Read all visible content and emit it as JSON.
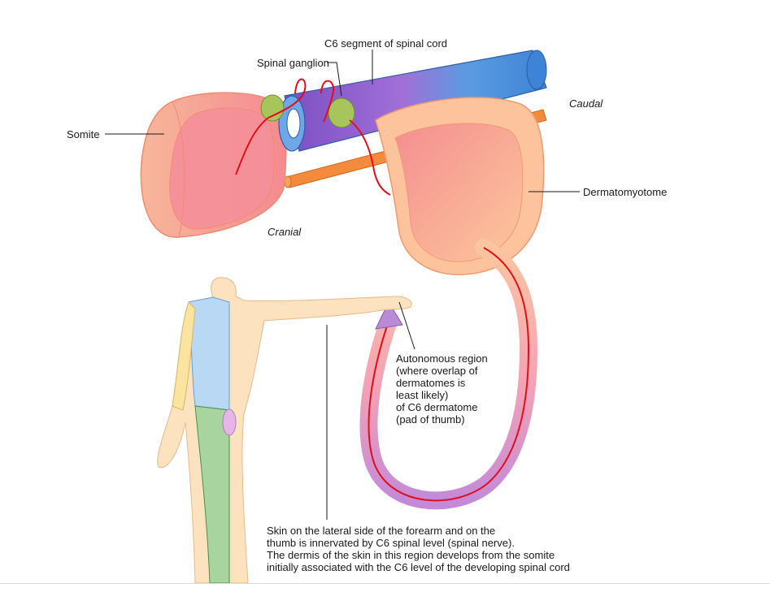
{
  "labels": {
    "c6_segment": "C6 segment of spinal cord",
    "spinal_ganglion": "Spinal ganglion",
    "somite": "Somite",
    "caudal": "Caudal",
    "cranial": "Cranial",
    "dermatomyotome": "Dermatomyotome",
    "autonomous_region": [
      "Autonomous region",
      "(where overlap of",
      "dermatomes is",
      "least likely)",
      "of C6 dermatome",
      "(pad of thumb)"
    ],
    "caption": [
      "Skin on the lateral side of the forearm and on the",
      "thumb is innervated by C6 spinal level (spinal nerve).",
      "The dermis of the skin in this region develops from the somite",
      "initially associated with the C6 level of the developing spinal cord"
    ]
  },
  "colors": {
    "spinal_cord_blue": "#4a90d9",
    "spinal_cord_purple": "#9b6fd0",
    "somite_pink": "#f7a8a0",
    "dermatomyotome_peach": "#fbc79f",
    "notochord_orange": "#f08a3c",
    "nerve_red": "#e0101a",
    "ganglion_green": "#9fc05a",
    "arrow_purple": "#b98ad8",
    "skin": "#fde2c0",
    "dermatome_blue": "#b8d8f4",
    "dermatome_green": "#a8d4a0",
    "dermatome_yellow": "#fbe3a0"
  }
}
